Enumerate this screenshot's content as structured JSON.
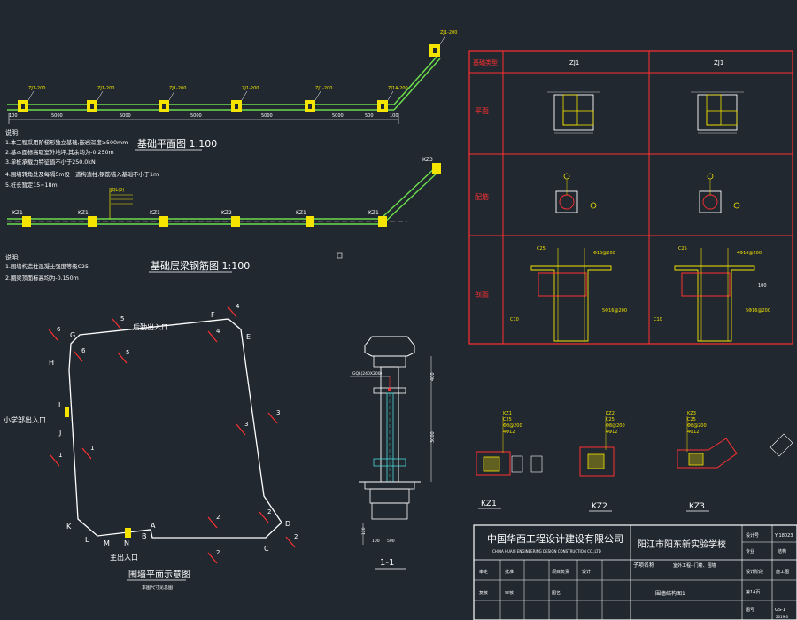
{
  "colors": {
    "background": "#212830",
    "wall": "#6cdc4c",
    "column": "#f4e400",
    "red": "#ff3030",
    "text": "#ffffff",
    "dim": "#48d8d8"
  },
  "plan_top": {
    "footing_labels": [
      "ZJ1-200",
      "ZJ1-200",
      "ZJ1-200",
      "ZJ1-200",
      "ZJ1-200",
      "ZJ1A-200",
      "ZJ1-200"
    ],
    "dims": [
      "100",
      "5000",
      "5000",
      "5000",
      "5000",
      "5000",
      "500",
      "100"
    ],
    "title": "基础平面图 1:100"
  },
  "notes_top": {
    "heading": "说明:",
    "lines": [
      "1.本工程采用阶梯形独立基础,嵌岩深度≥500mm",
      "2.基本面标高取室外地坪,其余均为-0.250m",
      "3.单桩承载力特征值不小于250.0kN",
      "4.围墙转角处及每隔5m设一道构造柱,钢筋锚入基础不小于1m",
      "5.桩长暂定15~18m"
    ]
  },
  "plan_mid": {
    "col_labels": [
      "KZ1",
      "KZ1",
      "KZ1",
      "KZ2",
      "KZ1",
      "KZ1",
      "KZ3"
    ],
    "beam_note": "JQL(2)",
    "title": "基础层梁钢筋图 1:100"
  },
  "notes_mid": {
    "heading": "说明:",
    "lines": [
      "1.围墙构造柱混凝土强度等级C25",
      "2.圈梁顶面标高均为-0.150m"
    ]
  },
  "site_plan": {
    "title": "围墙平面示意图",
    "subtitle": "本图尺寸见总图",
    "labels": {
      "rear": "后勤出入口",
      "primary": "小学部出入口",
      "main": "主出入口"
    },
    "letters": [
      "A",
      "B",
      "C",
      "D",
      "E",
      "F",
      "G",
      "H",
      "I",
      "J",
      "K",
      "L",
      "M",
      "N"
    ]
  },
  "section": {
    "title": "1-1",
    "beam": "GQL(240X200)",
    "dims": [
      "400",
      "3000",
      "120",
      "100",
      "500"
    ]
  },
  "table": {
    "header": [
      "基础类型",
      "ZJ1",
      "ZJ1"
    ],
    "rows": [
      "平面",
      "配筋",
      "剖面"
    ],
    "bar_labels": [
      "C25",
      "Φ10@200",
      "C10",
      "5Φ16@200",
      "4Φ16@200",
      "100"
    ]
  },
  "columns": {
    "kz1": {
      "label": "KZ1",
      "bars": [
        "KZ1",
        "C25",
        "Φ8@200",
        "4Φ12"
      ]
    },
    "kz2": {
      "label": "KZ2",
      "bars": [
        "KZ2",
        "C25",
        "Φ8@200",
        "4Φ12"
      ]
    },
    "kz3": {
      "label": "KZ3",
      "bars": [
        "KZ3",
        "C25",
        "Φ8@200",
        "4Φ12"
      ]
    }
  },
  "title_block": {
    "company_cn": "中国华西工程设计建设有限公司",
    "company_en": "CHINA HUAXI ENGINEERING DESIGN CONSTRUCTION CO.,LTD",
    "project": "阳江市阳东新实验学校",
    "row1": [
      "设计号",
      "YJ18023",
      "",
      "专业",
      "结构"
    ],
    "row2": [
      "审定",
      "批准",
      "项目负责",
      "设计",
      "子项名称",
      "室外工程--门楼、围墙",
      "设计阶段",
      "施工图"
    ],
    "row3": [
      "复核",
      "审核",
      "图名",
      "围墙结构图1",
      "第14页",
      "图号",
      "GS-1"
    ],
    "date": "2019.0"
  }
}
